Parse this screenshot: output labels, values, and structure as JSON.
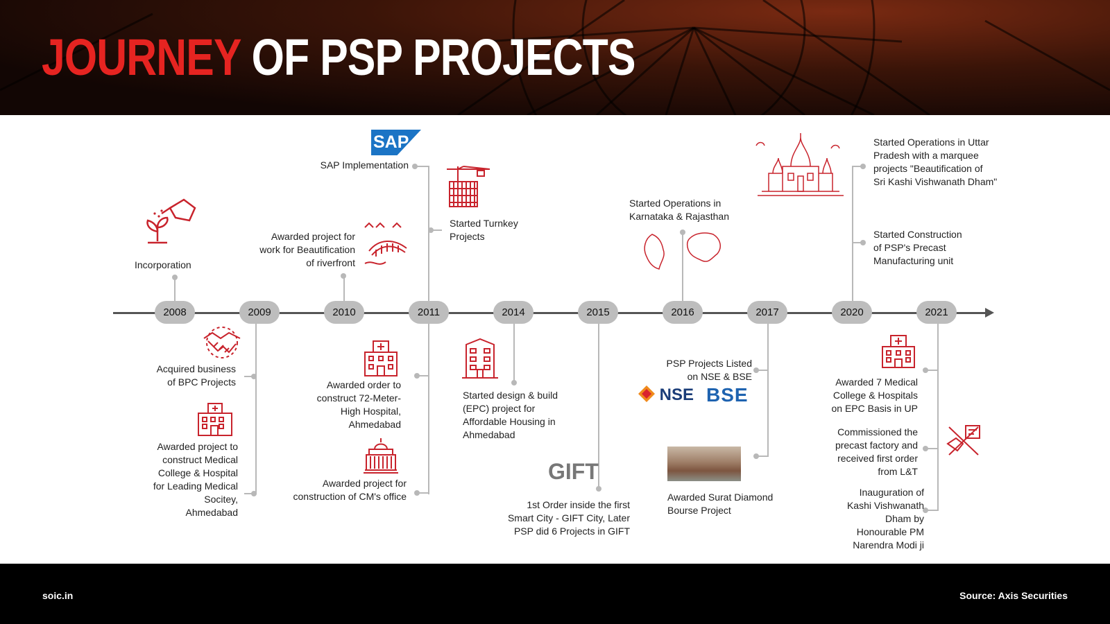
{
  "header": {
    "title_accent": "JOURNEY",
    "title_rest": "OF PSP PROJECTS"
  },
  "footer": {
    "left": "soic.in",
    "right": "Source: Axis Securities"
  },
  "years": [
    "2008",
    "2009",
    "2010",
    "2011",
    "2014",
    "2015",
    "2016",
    "2017",
    "2020",
    "2021"
  ],
  "events": {
    "incorporation": "Incorporation",
    "sap": "SAP Implementation",
    "sap_logo": "SAP",
    "turnkey": [
      "Started Turnkey",
      "Projects"
    ],
    "riverfront": [
      "Awarded project for",
      "work for Beautification",
      "of riverfront"
    ],
    "karnataka": [
      "Started Operations in",
      "Karnataka & Rajasthan"
    ],
    "uttar": [
      "Started Operations in Uttar",
      "Pradesh with a marquee",
      "projects \"Beautification of",
      "Sri Kashi Vishwanath Dham\""
    ],
    "precast_unit": [
      "Started Construction",
      "of PSP's Precast",
      "Manufacturing unit"
    ],
    "bpc": [
      "Acquired business",
      "of BPC Projects"
    ],
    "medical_2009": [
      "Awarded project to",
      "construct Medical",
      "College & Hospital",
      "for Leading Medical",
      "Socitey,",
      "Ahmedabad"
    ],
    "hospital_72": [
      "Awarded order to",
      "construct 72-Meter-",
      "High Hospital,",
      "Ahmedabad"
    ],
    "cm_office": [
      "Awarded project for",
      "construction of CM's office"
    ],
    "epc_housing": [
      "Started design &  build",
      "(EPC) project for",
      "Affordable Housing in",
      "Ahmedabad"
    ],
    "gift": [
      "1st Order inside the first",
      "Smart City - GIFT City, Later",
      "PSP did 6 Projects in GIFT"
    ],
    "gift_logo": "GIFT",
    "listed": [
      "PSP Projects Listed",
      "on NSE & BSE"
    ],
    "nse_logo": "NSE",
    "bse_logo": "BSE",
    "surat": [
      "Awarded Surat Diamond",
      "Bourse Project"
    ],
    "medical_up": [
      "Awarded 7 Medical",
      "College & Hospitals",
      "on EPC Basis in UP"
    ],
    "precast_factory": [
      "Commissioned the",
      "precast factory and",
      "received first order",
      "from L&T"
    ],
    "kashi": [
      "Inauguration of",
      "Kashi Vishwanath",
      "Dham by",
      "Honourable PM",
      "Narendra Modi ji"
    ]
  },
  "colors": {
    "accent": "#e62421",
    "axis": "#555555",
    "pill": "#bdbdbd",
    "icon": "#c8232c"
  }
}
